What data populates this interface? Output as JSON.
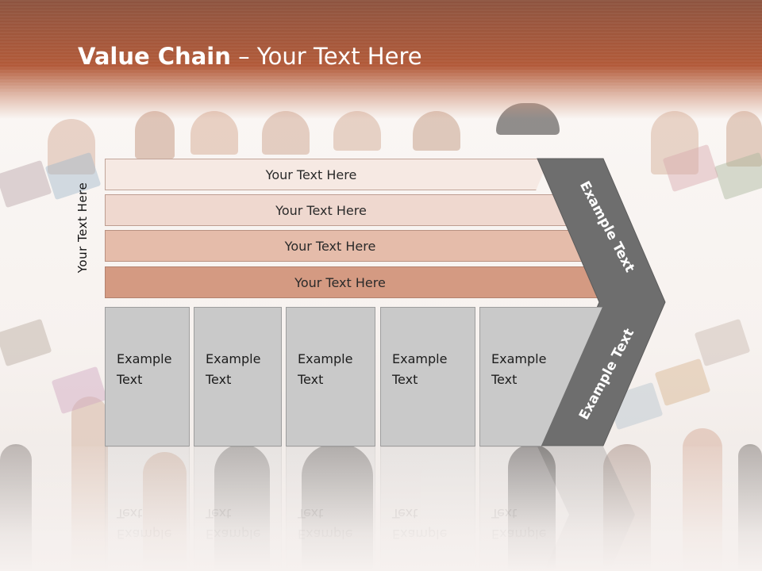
{
  "slide": {
    "title_bold": "Value Chain",
    "title_rest": " – Your Text Here",
    "side_label": "Your Text Here",
    "rows": [
      {
        "label": "Your Text Here",
        "color": "#f6e9e3"
      },
      {
        "label": "Your Text Here",
        "color": "#efd8cf"
      },
      {
        "label": "Your Text Here",
        "color": "#e5bcaa"
      },
      {
        "label": "Your Text Here",
        "color": "#d49a82"
      }
    ],
    "boxes": [
      {
        "line1": "Example",
        "line2": "Text"
      },
      {
        "line1": "Example",
        "line2": "Text"
      },
      {
        "line1": "Example",
        "line2": "Text"
      },
      {
        "line1": "Example",
        "line2": "Text"
      },
      {
        "line1": "Example",
        "line2": "Text"
      }
    ],
    "chevron_upper": "Example Text",
    "chevron_lower": "Example Text",
    "colors": {
      "band": "#b25a39",
      "box": "#c9c9c9",
      "chevron": "#6e6e6e"
    }
  }
}
